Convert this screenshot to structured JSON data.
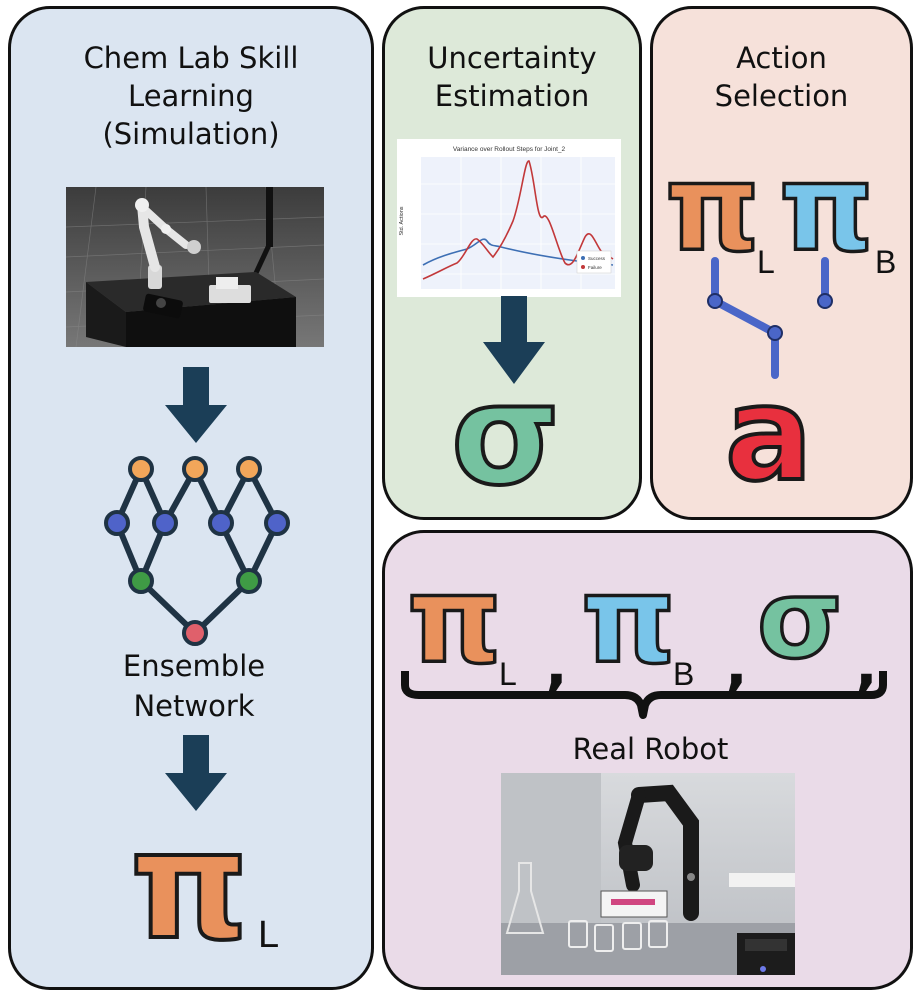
{
  "panels": {
    "simulation": {
      "title_lines": [
        "Chem Lab Skill",
        "Learning",
        "(Simulation)"
      ],
      "network_label_lines": [
        "Ensemble",
        "Network"
      ],
      "output_symbol": "π",
      "output_subscript": "L"
    },
    "uncertainty": {
      "title_lines": [
        "Uncertainty",
        "Estimation"
      ],
      "output_symbol": "σ",
      "plot_title": "Variance over Rollout Steps for Joint_2",
      "plot_ylabel": "Std. Actions",
      "plot_legend": [
        "Success",
        "Failure"
      ]
    },
    "action": {
      "title_lines": [
        "Action",
        "Selection"
      ],
      "policy_symbol": "π",
      "sub_learned": "L",
      "sub_base": "B",
      "action_symbol": "a"
    },
    "real": {
      "label": "Real Robot",
      "symbol_pi": "π",
      "sub_learned": "L",
      "sub_base": "B",
      "symbol_sigma": "σ",
      "comma": ","
    }
  },
  "colors": {
    "sim_bg": "#dbe5f1",
    "unc_bg": "#dde9d9",
    "act_bg": "#f6e1da",
    "real_bg": "#eadbe8",
    "arrow": "#1b3e57",
    "pi_learned": "#e9915c",
    "pi_base": "#79c5ea",
    "sigma": "#75c2a0",
    "switch": "#4a66c8",
    "action_red": "#e8303e",
    "node_orange": "#f2a65a",
    "node_blue": "#4f63c9",
    "node_green": "#3f9b45",
    "node_red": "#e0606b"
  }
}
